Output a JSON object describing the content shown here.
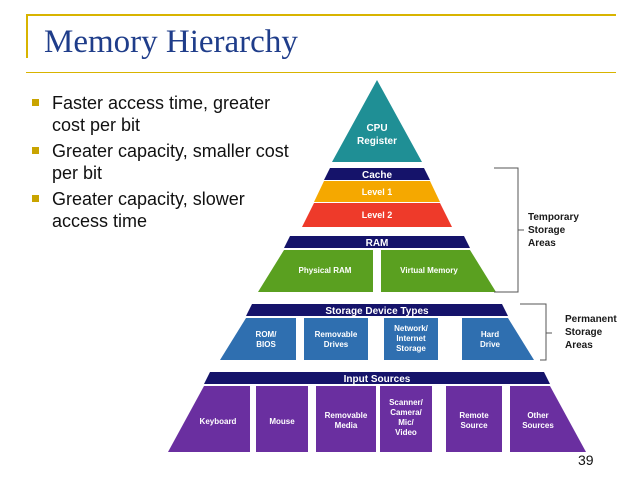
{
  "slide": {
    "title": "Memory Hierarchy",
    "bullets": [
      "Faster access time, greater cost per bit",
      "Greater capacity, smaller cost per bit",
      "Greater capacity, slower access time"
    ],
    "page_number": "39"
  },
  "diagram": {
    "top": {
      "label_line1": "CPU",
      "label_line2": "Register"
    },
    "cache": {
      "header": "Cache",
      "level1": "Level 1",
      "level2": "Level 2"
    },
    "ram": {
      "header": "RAM",
      "physical": "Physical RAM",
      "virtual": "Virtual Memory"
    },
    "storage": {
      "header": "Storage Device Types",
      "rom": [
        "ROM/",
        "BIOS"
      ],
      "removable": [
        "Removable",
        "Drives"
      ],
      "network": [
        "Network/",
        "Internet",
        "Storage"
      ],
      "hard": [
        "Hard",
        "Drive"
      ]
    },
    "input": {
      "header": "Input Sources",
      "keyboard": "Keyboard",
      "mouse": "Mouse",
      "media": [
        "Removable",
        "Media"
      ],
      "scanner": [
        "Scanner/",
        "Camera/",
        "Mic/",
        "Video"
      ],
      "remote": [
        "Remote",
        "Source"
      ],
      "other": [
        "Other",
        "Sources"
      ]
    },
    "temporary": [
      "Temporary",
      "Storage",
      "Areas"
    ],
    "permanent": [
      "Permanent",
      "Storage",
      "Areas"
    ],
    "colors": {
      "cpu": "#1f8f95",
      "navy": "#15136a",
      "level1": "#f5a800",
      "level2": "#ee3a2a",
      "ram": "#5aa020",
      "storage": "#2f6fb0",
      "input": "#6a2fa0"
    }
  }
}
